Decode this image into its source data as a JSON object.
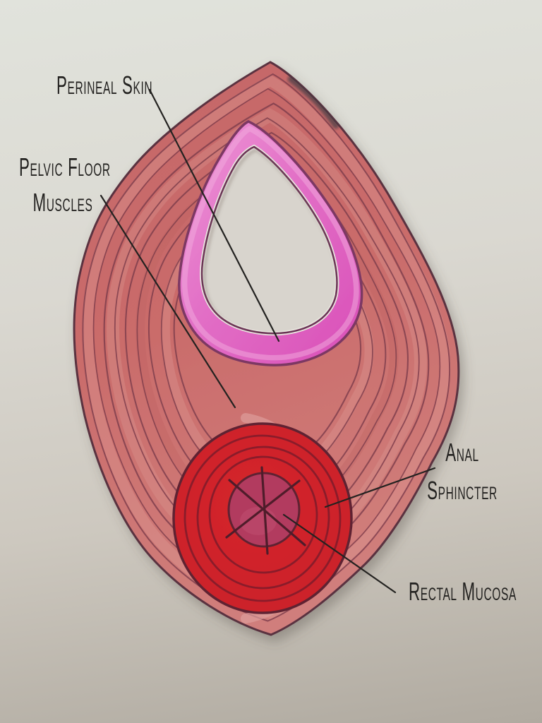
{
  "diagram": {
    "kind": "hand-drawn anatomical diagram (marker on cut paper)",
    "labels": {
      "perineal_skin": "Perineal Skin",
      "pelvic_floor_muscles_line1": "Pelvic Floor",
      "pelvic_floor_muscles_line2": "Muscles",
      "anal_sphincter_line1": "Anal",
      "anal_sphincter_line2": "Sphincter",
      "rectal_mucosa": "Rectal Mucosa"
    },
    "colors": {
      "bg_top": "#e1e3dc",
      "bg_bottom": "#b0aaa0",
      "ink": "#232220",
      "muscle_body": "#c96a6a",
      "muscle_body_light": "#d98f8b",
      "muscle_contour": "#7e3d4c",
      "body_outline": "#5a3140",
      "perineal_skin_band": "#e26fc6",
      "perineal_skin_band_light": "#f0a3db",
      "band_outline": "#7c3763",
      "opening_paper": "#d8d4cd",
      "anal_sphincter_red": "#cb2129",
      "sphincter_ring": "#8a1c2b",
      "sphincter_outline": "#5e2230",
      "rectal_mucosa_fill": "#b23a5e",
      "mucosa_ink": "#4f1f2c"
    }
  }
}
